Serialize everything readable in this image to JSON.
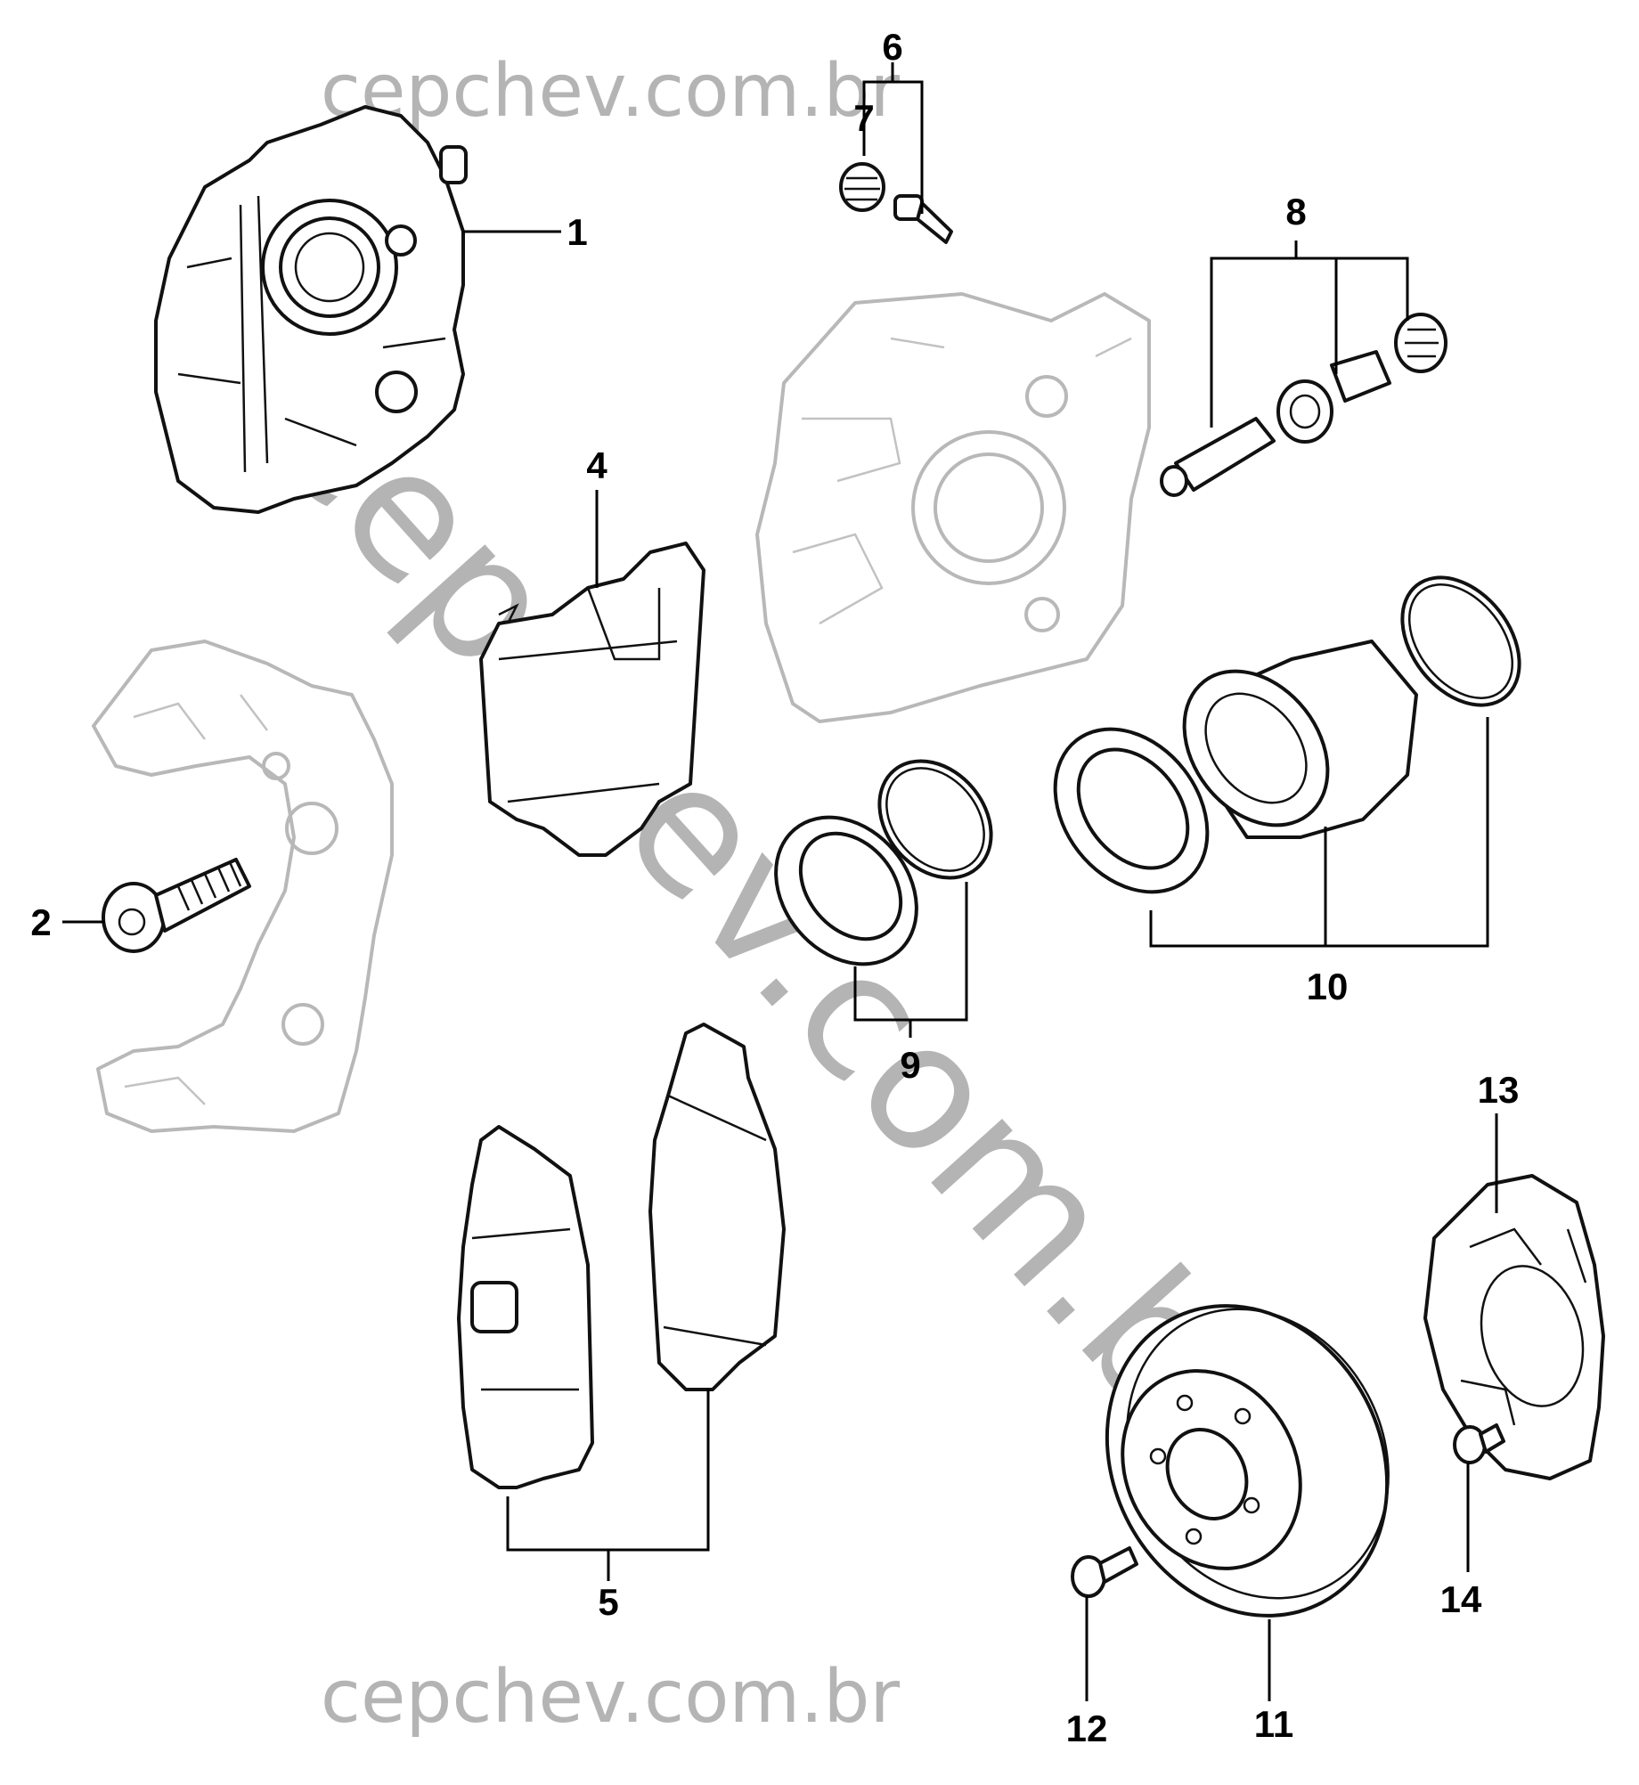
{
  "watermark": {
    "top": "cepchev.com.br",
    "diagonal": "cepchev.com.br",
    "bottom": "cepchev.com.br",
    "color": "#b4b4b4"
  },
  "callouts": [
    "1",
    "2",
    "4",
    "5",
    "6",
    "7",
    "8",
    "9",
    "10",
    "11",
    "12",
    "13",
    "14"
  ]
}
